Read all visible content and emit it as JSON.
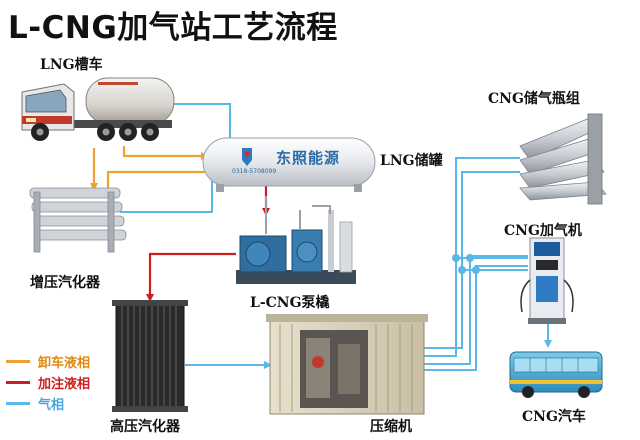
{
  "title": "L-CNG加气站工艺流程",
  "labels": {
    "lng_truck": "LNG槽车",
    "lng_tank": "LNG储罐",
    "tank_brand": "东照能源",
    "tank_code": "0318-5708099",
    "booster_vaporizer": "增压汽化器",
    "pump_skid": "L-CNG泵橇",
    "hp_vaporizer": "高压汽化器",
    "compressor": "压缩机",
    "cng_storage": "CNG储气瓶组",
    "cng_dispenser": "CNG加气机",
    "cng_bus": "CNG汽车"
  },
  "legend": [
    {
      "label": "卸车液相",
      "color": "#f0a030"
    },
    {
      "label": "加注液相",
      "color": "#cc2020"
    },
    {
      "label": "气相",
      "color": "#5ab8e8"
    }
  ],
  "colors": {
    "unload_liquid": "#f0a030",
    "fill_liquid": "#cc2020",
    "gas": "#5ab8e8"
  }
}
